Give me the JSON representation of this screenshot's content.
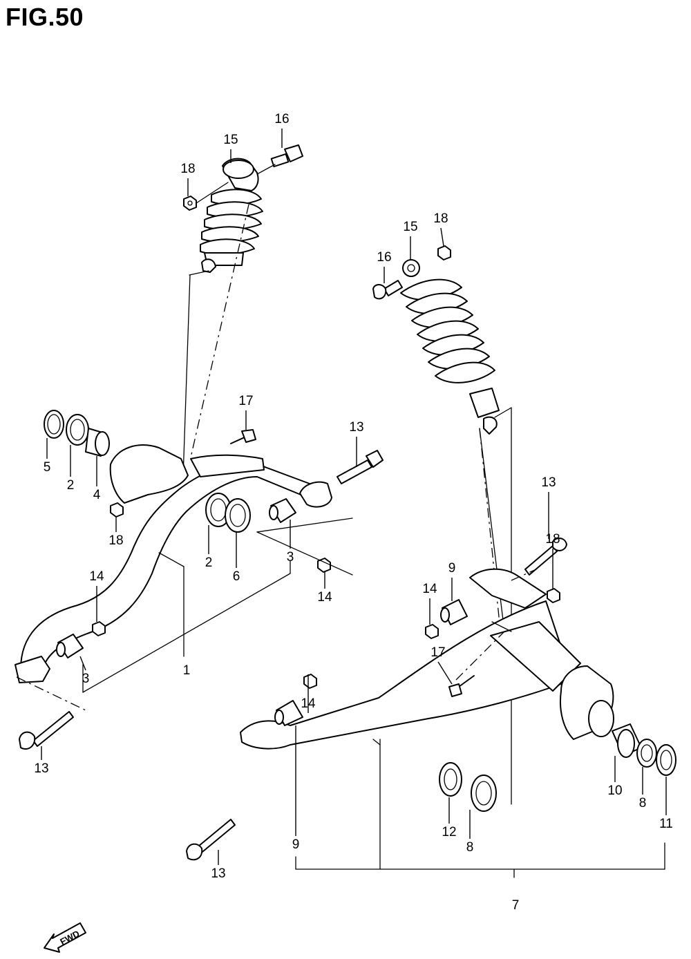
{
  "figure": {
    "title": "FIG.50"
  },
  "callouts": [
    {
      "id": "c-16a",
      "label": "16"
    },
    {
      "id": "c-15a",
      "label": "15"
    },
    {
      "id": "c-18a",
      "label": "18"
    },
    {
      "id": "c-15b",
      "label": "15"
    },
    {
      "id": "c-18b",
      "label": "18"
    },
    {
      "id": "c-16b",
      "label": "16"
    },
    {
      "id": "c-17a",
      "label": "17"
    },
    {
      "id": "c-13a",
      "label": "13"
    },
    {
      "id": "c-5",
      "label": "5"
    },
    {
      "id": "c-2a",
      "label": "2"
    },
    {
      "id": "c-4",
      "label": "4"
    },
    {
      "id": "c-18c",
      "label": "18"
    },
    {
      "id": "c-2b",
      "label": "2"
    },
    {
      "id": "c-6",
      "label": "6"
    },
    {
      "id": "c-3a",
      "label": "3"
    },
    {
      "id": "c-14a",
      "label": "14"
    },
    {
      "id": "c-14b",
      "label": "14"
    },
    {
      "id": "c-3b",
      "label": "3"
    },
    {
      "id": "c-1",
      "label": "1"
    },
    {
      "id": "c-13b",
      "label": "13"
    },
    {
      "id": "c-13c",
      "label": "13"
    },
    {
      "id": "c-18d",
      "label": "18"
    },
    {
      "id": "c-9a",
      "label": "9"
    },
    {
      "id": "c-14c",
      "label": "14"
    },
    {
      "id": "c-17b",
      "label": "17"
    },
    {
      "id": "c-14d",
      "label": "14"
    },
    {
      "id": "c-10",
      "label": "10"
    },
    {
      "id": "c-8a",
      "label": "8"
    },
    {
      "id": "c-11",
      "label": "11"
    },
    {
      "id": "c-12",
      "label": "12"
    },
    {
      "id": "c-8b",
      "label": "8"
    },
    {
      "id": "c-9b",
      "label": "9"
    },
    {
      "id": "c-13d",
      "label": "13"
    },
    {
      "id": "c-7",
      "label": "7"
    }
  ],
  "direction_marker": {
    "label": "FWD"
  }
}
